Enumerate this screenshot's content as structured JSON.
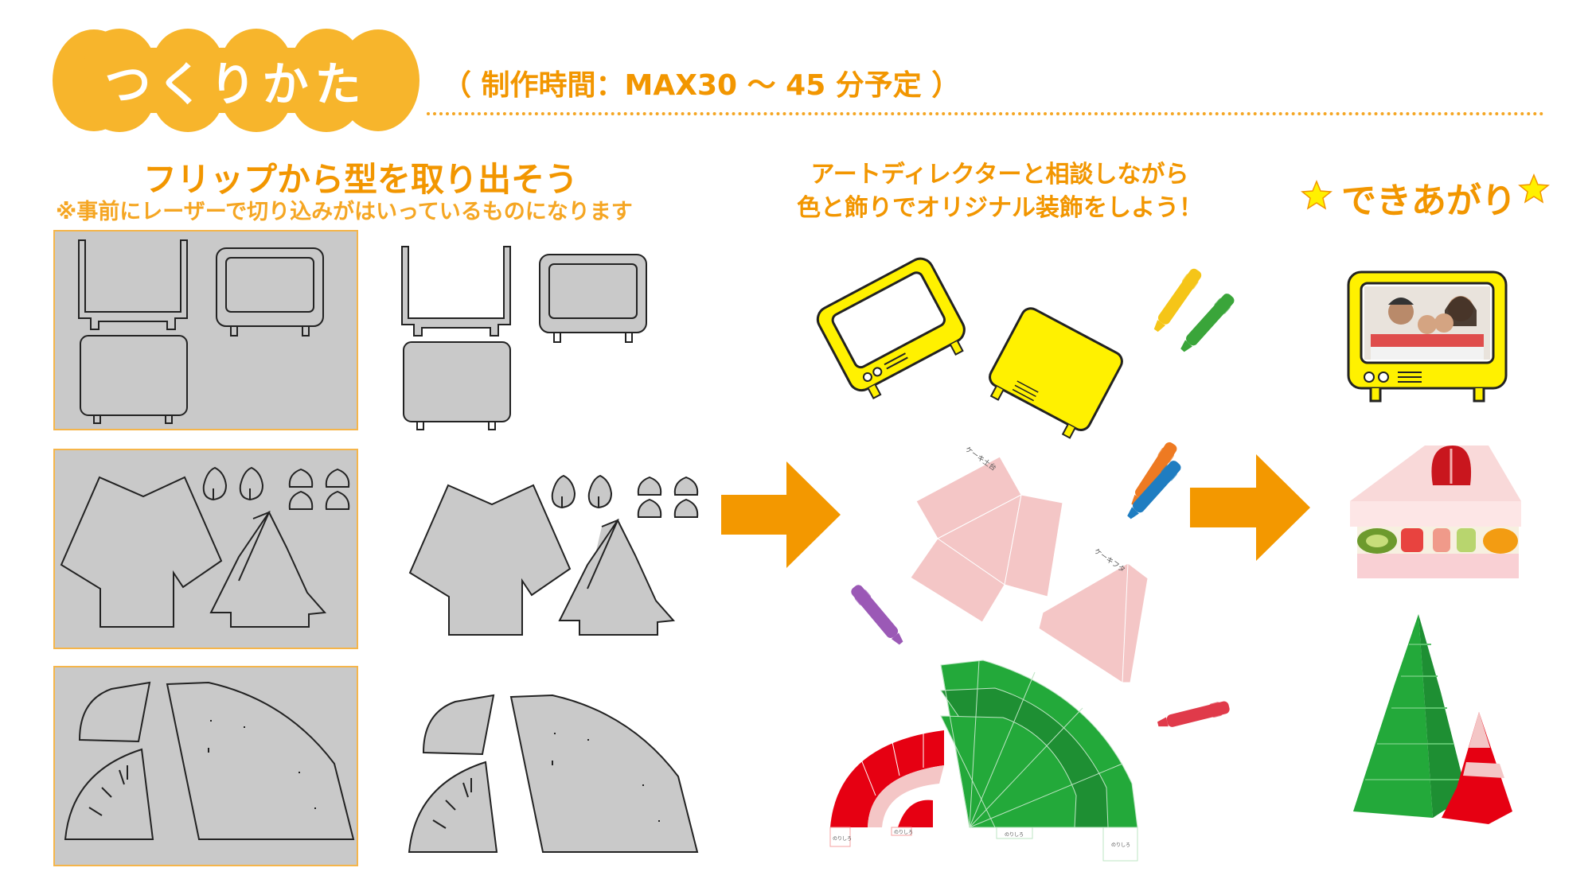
{
  "header": {
    "badge_label": "つくりかた",
    "subtitle": "（ 制作時間：MAX30 〜 45 分予定 ）"
  },
  "step1": {
    "title": "フリップから型を取り出そう",
    "note": "※事前にレーザーで切り込みがはいっているものになります"
  },
  "step2": {
    "line1": "アートディレクターと相談しながら",
    "line2": "色と飾りでオリジナル装飾をしよう！",
    "piece_labels": {
      "cake_base": "ケーキ土台",
      "cake_lid": "ケーキフタ",
      "glue_tab": "のりしろ"
    }
  },
  "step3": {
    "title": "できあがり"
  },
  "colors": {
    "accent": "#f29600",
    "badge": "#f7b52c",
    "panel": "#c9c9c9",
    "tv_yellow": "#fff100",
    "cake_pink": "#f4c6c6",
    "green": "#23a93a",
    "red": "#e60012"
  }
}
